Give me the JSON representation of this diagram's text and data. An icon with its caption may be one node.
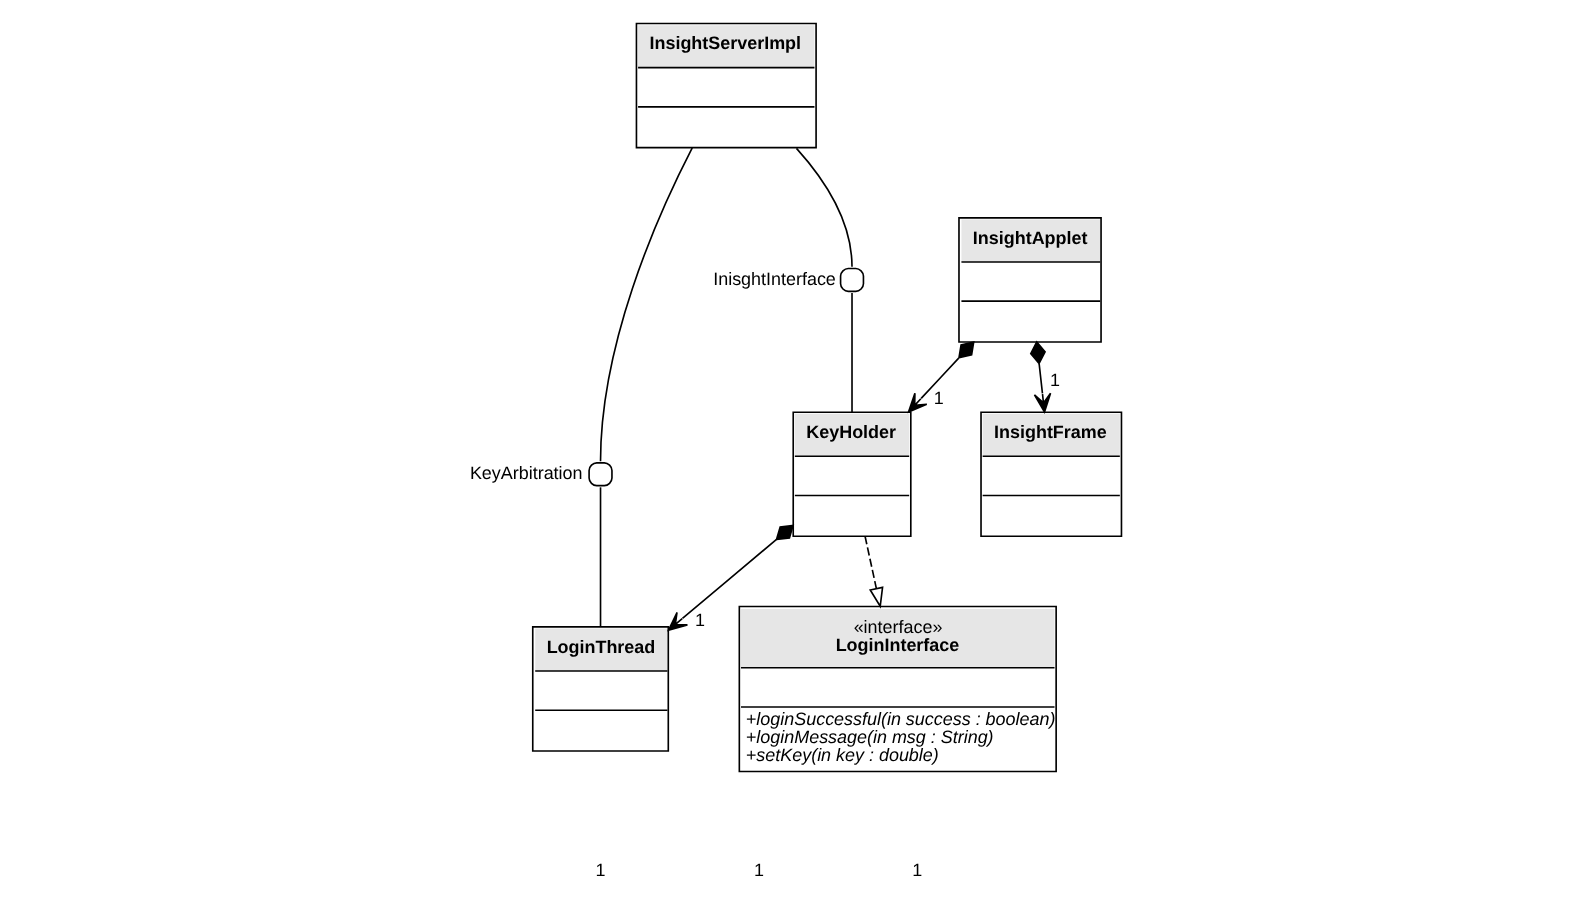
{
  "diagram": {
    "nodes": [
      {
        "text": [
          "InsightServerImpl"
        ]
      },
      {
        "text": [],
        "shape": "circle",
        "beside": [
          "InisghtInterface"
        ]
      },
      {
        "text": [],
        "shape": "circle",
        "beside": [
          "KeyArbitration"
        ]
      },
      {
        "text": [
          "«interface»",
          "LoginInterface",
          "+loginSuccessful(in success : boolean)",
          "+loginMessage(in msg : String)",
          "+setKey(in key : double)"
        ]
      },
      {
        "text": [
          "LoginThread"
        ]
      },
      {
        "text": [
          "KeyHolder"
        ]
      },
      {
        "text": [
          "InsightApplet"
        ]
      },
      {
        "text": [
          "InsightFrame"
        ]
      }
    ],
    "edges": [
      {
        "from": 0,
        "to": 1,
        "arrow": "none"
      },
      {
        "from": 0,
        "to": 2,
        "arrow": "none"
      },
      {
        "from": 2,
        "to": 4,
        "arrow": "none"
      },
      {
        "from": 1,
        "to": 5,
        "arrow": "none"
      },
      {
        "from": 5,
        "to": 3,
        "arrow": "to",
        "style": "dashed"
      },
      {
        "from": 5,
        "to": 4,
        "arrow": "to",
        "label": "1"
      },
      {
        "from": 6,
        "to": 5,
        "arrow": "to",
        "label": "1"
      },
      {
        "from": 6,
        "to": 7,
        "arrow": "to",
        "label": "1"
      }
    ],
    "labels": [
      "1",
      "1",
      "1"
    ]
  }
}
